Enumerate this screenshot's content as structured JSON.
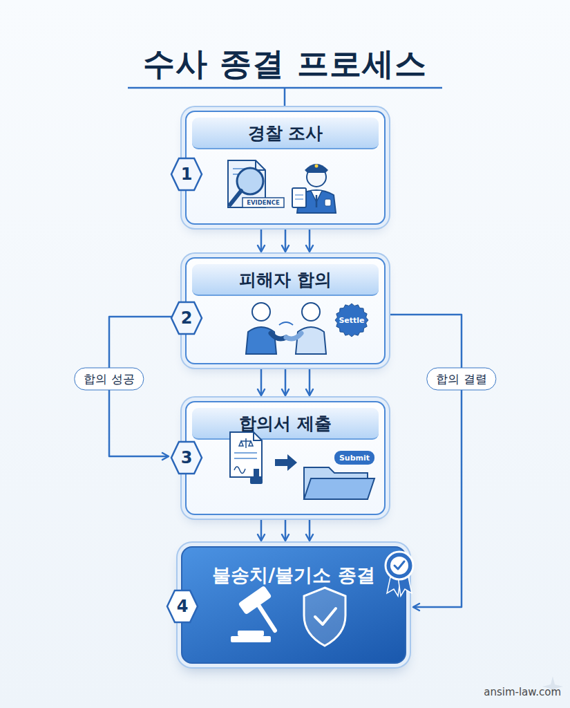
{
  "diagram": {
    "title": "수사 종결 프로세스",
    "nodes": [
      {
        "text": [
          "경찰 조사"
        ]
      },
      {
        "text": [
          "1"
        ],
        "in": 0
      },
      {
        "text": [
          "피해자 합의"
        ]
      },
      {
        "text": [
          "2"
        ],
        "in": 2
      },
      {
        "text": [
          "Settle"
        ],
        "in": 2
      },
      {
        "text": [
          "합의서 제출"
        ]
      },
      {
        "text": [
          "3"
        ],
        "in": 5
      },
      {
        "text": [
          "Submit"
        ],
        "in": 5
      },
      {
        "text": [
          "불송치/불기소 종결"
        ]
      },
      {
        "text": [
          "4"
        ],
        "in": 8
      }
    ],
    "edges": [
      {
        "from": 0,
        "to": 2,
        "arrow": "to"
      },
      {
        "from": 2,
        "to": 5,
        "arrow": "to"
      },
      {
        "from": 2,
        "to": 5,
        "label": "합의 성공",
        "arrow": "to"
      },
      {
        "from": 5,
        "to": 8,
        "arrow": "to"
      },
      {
        "from": 2,
        "to": 8,
        "label": "합의 결렬",
        "arrow": "to"
      }
    ],
    "labels": [
      "EVIDENCE",
      "ansim-law.com"
    ]
  }
}
